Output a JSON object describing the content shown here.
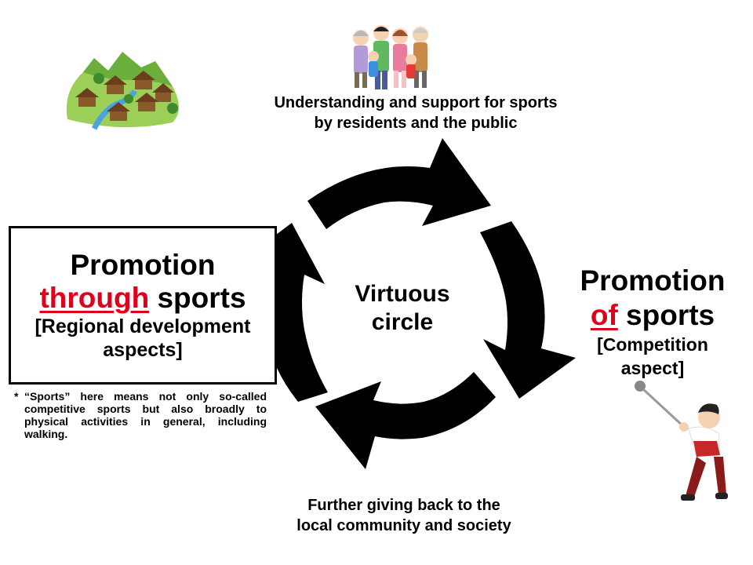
{
  "diagram": {
    "top_label_line1": "Understanding and support for sports",
    "top_label_line2": "by residents and the public",
    "bottom_label_line1": "Further giving back to the",
    "bottom_label_line2": "local community and society",
    "center_line1": "Virtuous",
    "center_line2": "circle",
    "left_box": {
      "line1": "Promotion",
      "highlight": "through",
      "line2_rest": " sports",
      "sub_line1": "[Regional development",
      "sub_line2": "aspects]"
    },
    "right_block": {
      "line1": "Promotion",
      "highlight": "of",
      "line2_rest": " sports",
      "sub_line1": "[Competition",
      "sub_line2": "aspect]"
    },
    "note_star": "*",
    "note_text": "“Sports” here means not only so-called competitive sports but also broadly to physical activities in general, including walking.",
    "colors": {
      "highlight": "#e0001b",
      "arrows": "#000000"
    },
    "illustrations": [
      "village-icon",
      "family-icon",
      "hammer-thrower-icon"
    ]
  }
}
